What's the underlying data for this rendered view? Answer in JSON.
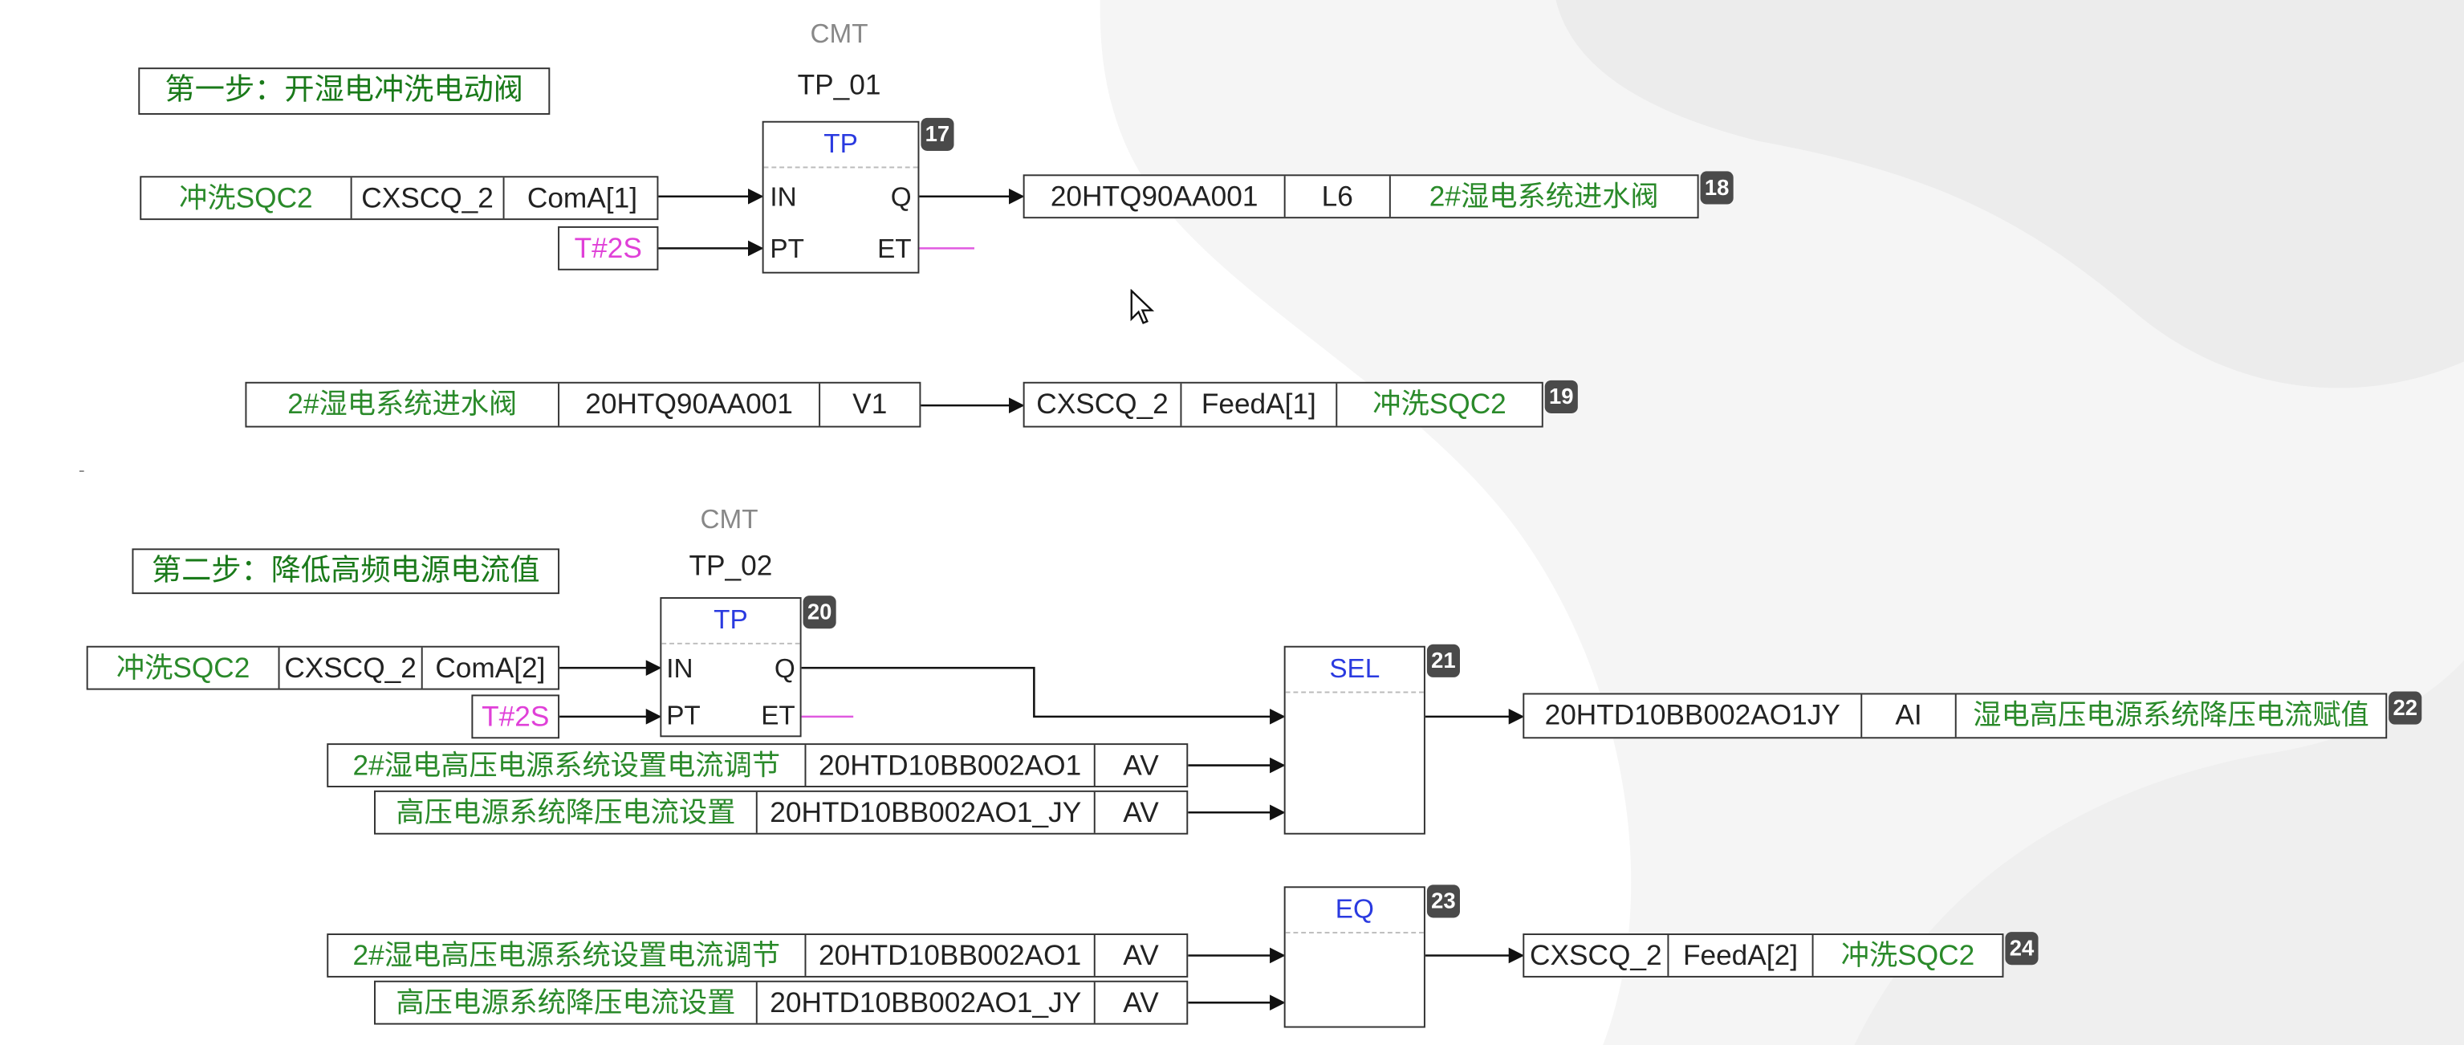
{
  "colors": {
    "green": "#2a8a2a",
    "pink": "#e040d8",
    "blue": "#2a3ae0",
    "gray": "#888888",
    "badge": "#4a4a4a"
  },
  "step1": {
    "title": "第一步：开湿电冲洗电动阀"
  },
  "step2": {
    "title": "第二步：降低高频电源电流值"
  },
  "tp01": {
    "cmt": "CMT",
    "name": "TP_01",
    "type": "TP",
    "in": "IN",
    "pt": "PT",
    "q": "Q",
    "et": "ET",
    "num": "17"
  },
  "tp02": {
    "cmt": "CMT",
    "name": "TP_02",
    "type": "TP",
    "in": "IN",
    "pt": "PT",
    "q": "Q",
    "et": "ET",
    "num": "20"
  },
  "sel": {
    "type": "SEL",
    "num": "21"
  },
  "eq": {
    "type": "EQ",
    "num": "23"
  },
  "r1": {
    "c1": "冲洗SQC2",
    "c2": "CXSCQ_2",
    "c3": "ComA[1]"
  },
  "r1t": {
    "c1": "T#2S"
  },
  "o18": {
    "c1": "20HTQ90AA001",
    "c2": "L6",
    "c3": "2#湿电系统进水阀",
    "num": "18"
  },
  "r3": {
    "c1": "2#湿电系统进水阀",
    "c2": "20HTQ90AA001",
    "c3": "V1"
  },
  "o19": {
    "c1": "CXSCQ_2",
    "c2": "FeedA[1]",
    "c3": "冲洗SQC2",
    "num": "19"
  },
  "r4": {
    "c1": "冲洗SQC2",
    "c2": "CXSCQ_2",
    "c3": "ComA[2]"
  },
  "r4t": {
    "c1": "T#2S"
  },
  "r5": {
    "c1": "2#湿电高压电源系统设置电流调节",
    "c2": "20HTD10BB002AO1",
    "c3": "AV"
  },
  "r6": {
    "c1": "高压电源系统降压电流设置",
    "c2": "20HTD10BB002AO1_JY",
    "c3": "AV"
  },
  "o22": {
    "c1": "20HTD10BB002AO1JY",
    "c2": "AI",
    "c3": "湿电高压电源系统降压电流赋值",
    "num": "22"
  },
  "r7": {
    "c1": "2#湿电高压电源系统设置电流调节",
    "c2": "20HTD10BB002AO1",
    "c3": "AV"
  },
  "r8": {
    "c1": "高压电源系统降压电流设置",
    "c2": "20HTD10BB002AO1_JY",
    "c3": "AV"
  },
  "o24": {
    "c1": "CXSCQ_2",
    "c2": "FeedA[2]",
    "c3": "冲洗SQC2",
    "num": "24"
  },
  "mark": "-"
}
